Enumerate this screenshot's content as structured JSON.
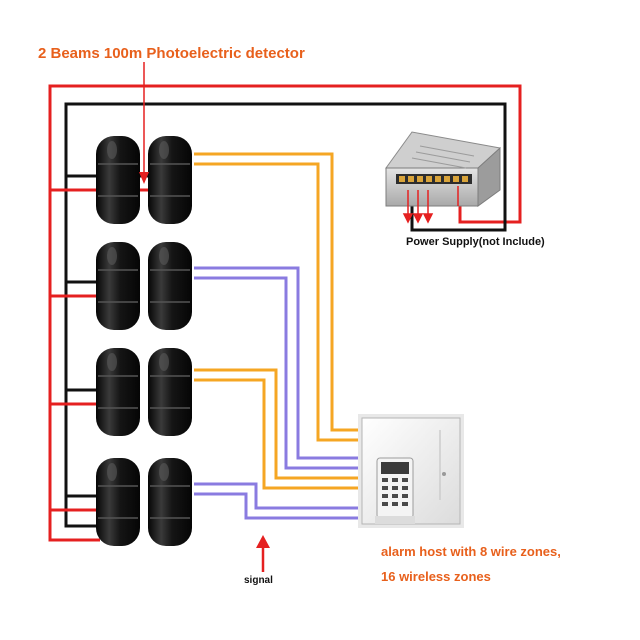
{
  "title": "2 Beams 100m Photoelectric detector",
  "power_supply": {
    "label": "Power Supply(not Include)"
  },
  "alarm_host": {
    "line1": "alarm host with  8 wire zones,",
    "line2": "16 wireless zones"
  },
  "signal_label": "signal",
  "colors": {
    "power_positive": "#e52020",
    "power_negative": "#111111",
    "signal_orange": "#f5a623",
    "signal_purple": "#8a7be0",
    "annotation": "#e8601c",
    "detector_body": "#1a1a1a"
  },
  "detector_pairs": 4
}
